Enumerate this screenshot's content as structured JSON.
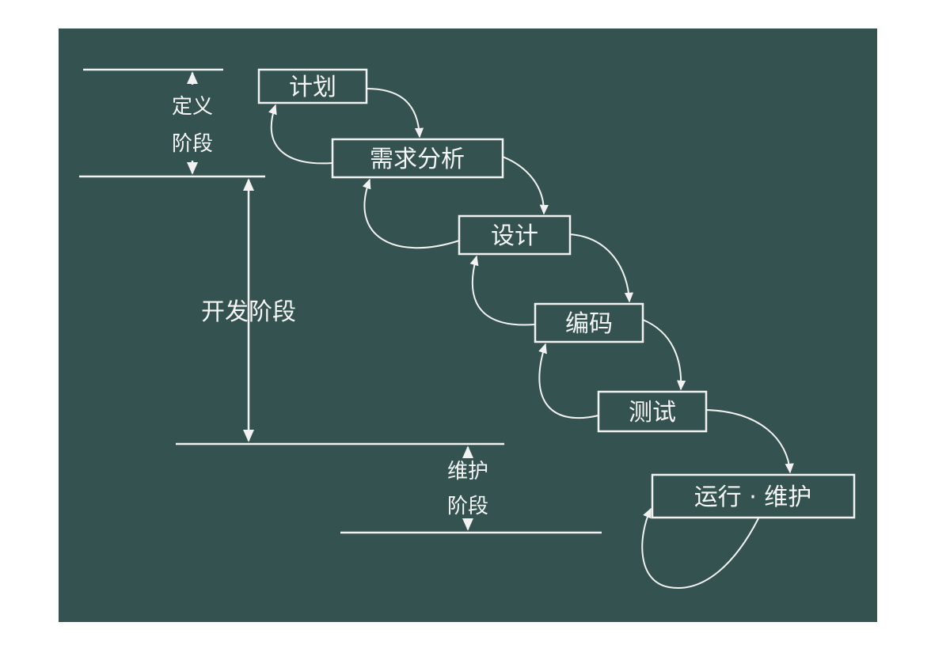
{
  "diagram": {
    "colors": {
      "board": "#345350",
      "ink": "#f2f2f2"
    },
    "steps": [
      {
        "id": "plan",
        "label": "计划"
      },
      {
        "id": "requirements",
        "label": "需求分析"
      },
      {
        "id": "design",
        "label": "设计"
      },
      {
        "id": "coding",
        "label": "编码"
      },
      {
        "id": "testing",
        "label": "测试"
      },
      {
        "id": "operation",
        "label": "运行 · 维护"
      }
    ],
    "phases": {
      "definition": {
        "line1": "定义",
        "line2": "阶段"
      },
      "development": {
        "label": "开发阶段"
      },
      "maintenance": {
        "line1": "维护",
        "line2": "阶段"
      }
    }
  }
}
